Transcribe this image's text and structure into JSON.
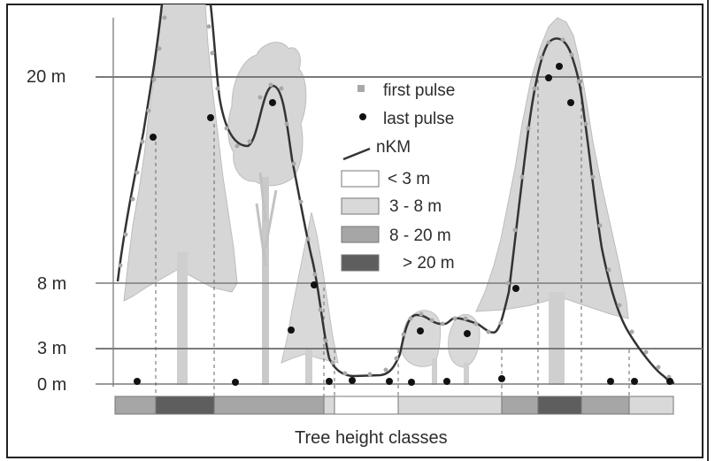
{
  "y_axis_labels": {
    "label_20m": "20 m",
    "label_8m": "8 m",
    "label_3m": "3 m",
    "label_0m": "0 m"
  },
  "legend": {
    "first_pulse": "first pulse",
    "last_pulse": "last pulse",
    "nkm": "nKM",
    "class_lt3": "< 3 m",
    "class_3_8": "3 - 8 m",
    "class_8_20": "8 - 20 m",
    "class_gt20": "> 20 m"
  },
  "class_colors": {
    "lt3": "#ffffff",
    "c3_8": "#d9d9d9",
    "c8_20": "#a6a6a6",
    "gt20": "#5e5e5e"
  },
  "caption": "Tree height classes"
}
